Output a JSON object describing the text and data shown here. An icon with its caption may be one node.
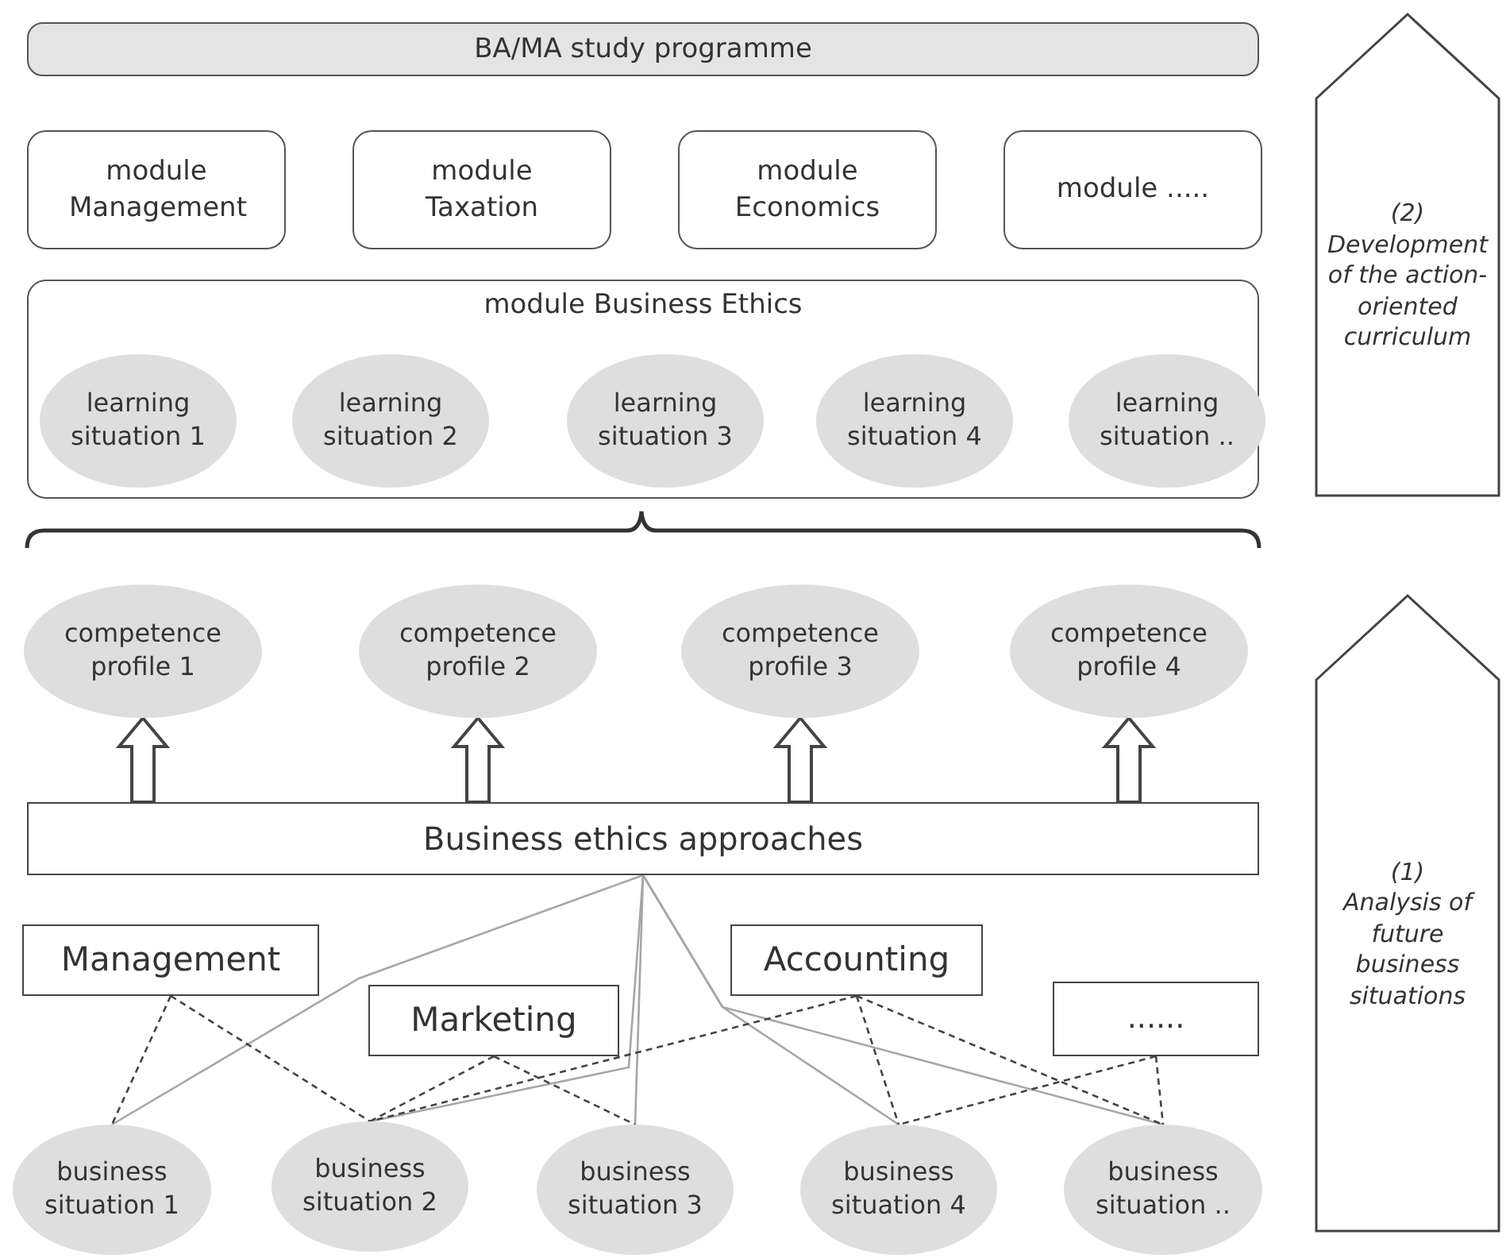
{
  "diagram": {
    "nodes": [
      {
        "text": [
          "BA/MA study programme"
        ]
      },
      {
        "text": [
          "module Management"
        ]
      },
      {
        "text": [
          "module Taxation"
        ]
      },
      {
        "text": [
          "module Economics"
        ]
      },
      {
        "text": [
          "module ....."
        ]
      },
      {
        "text": [
          "module Business Ethics"
        ]
      },
      {
        "text": [
          "learning situation 1"
        ],
        "in": 5
      },
      {
        "text": [
          "learning situation 2"
        ],
        "in": 5
      },
      {
        "text": [
          "learning situation 3"
        ],
        "in": 5
      },
      {
        "text": [
          "learning situation 4"
        ],
        "in": 5
      },
      {
        "text": [
          "learning situation .."
        ],
        "in": 5
      },
      {
        "text": [
          "competence profile 1"
        ]
      },
      {
        "text": [
          "competence profile 2"
        ]
      },
      {
        "text": [
          "competence profile 3"
        ]
      },
      {
        "text": [
          "competence profile 4"
        ]
      },
      {
        "text": [
          "Business ethics approaches"
        ]
      },
      {
        "text": [
          "Management"
        ]
      },
      {
        "text": [
          "Marketing"
        ]
      },
      {
        "text": [
          "Accounting"
        ]
      },
      {
        "text": [
          "......"
        ]
      },
      {
        "text": [
          "business situation 1"
        ]
      },
      {
        "text": [
          "business situation 2"
        ]
      },
      {
        "text": [
          "business situation 3"
        ]
      },
      {
        "text": [
          "business situation 4"
        ]
      },
      {
        "text": [
          "business situation .."
        ]
      },
      {
        "text": [
          "(2)",
          "Development of the action-oriented curriculum"
        ]
      },
      {
        "text": [
          "(1)",
          "Analysis of future business situations"
        ]
      }
    ],
    "edges": [
      {
        "from": 15,
        "to": 11,
        "arrow": "to",
        "style": "thick"
      },
      {
        "from": 15,
        "to": 12,
        "arrow": "to",
        "style": "thick"
      },
      {
        "from": 15,
        "to": 13,
        "arrow": "to",
        "style": "thick"
      },
      {
        "from": 15,
        "to": 14,
        "arrow": "to",
        "style": "thick"
      },
      {
        "from": 15,
        "to": 20,
        "arrow": "none",
        "color": "#a6a6a6"
      },
      {
        "from": 15,
        "to": 21,
        "arrow": "none",
        "color": "#a6a6a6"
      },
      {
        "from": 15,
        "to": 22,
        "arrow": "none",
        "color": "#a6a6a6"
      },
      {
        "from": 15,
        "to": 23,
        "arrow": "none",
        "color": "#a6a6a6"
      },
      {
        "from": 15,
        "to": 24,
        "arrow": "none",
        "color": "#a6a6a6"
      },
      {
        "from": 16,
        "to": 20,
        "arrow": "none",
        "style": "dashed"
      },
      {
        "from": 16,
        "to": 21,
        "arrow": "none",
        "style": "dashed"
      },
      {
        "from": 17,
        "to": 21,
        "arrow": "none",
        "style": "dashed"
      },
      {
        "from": 17,
        "to": 22,
        "arrow": "none",
        "style": "dashed"
      },
      {
        "from": 18,
        "to": 21,
        "arrow": "none",
        "style": "dashed"
      },
      {
        "from": 18,
        "to": 23,
        "arrow": "none",
        "style": "dashed"
      },
      {
        "from": 18,
        "to": 24,
        "arrow": "none",
        "style": "dashed"
      },
      {
        "from": 19,
        "to": 23,
        "arrow": "none",
        "style": "dashed"
      },
      {
        "from": 19,
        "to": 24,
        "arrow": "none",
        "style": "dashed"
      }
    ]
  }
}
